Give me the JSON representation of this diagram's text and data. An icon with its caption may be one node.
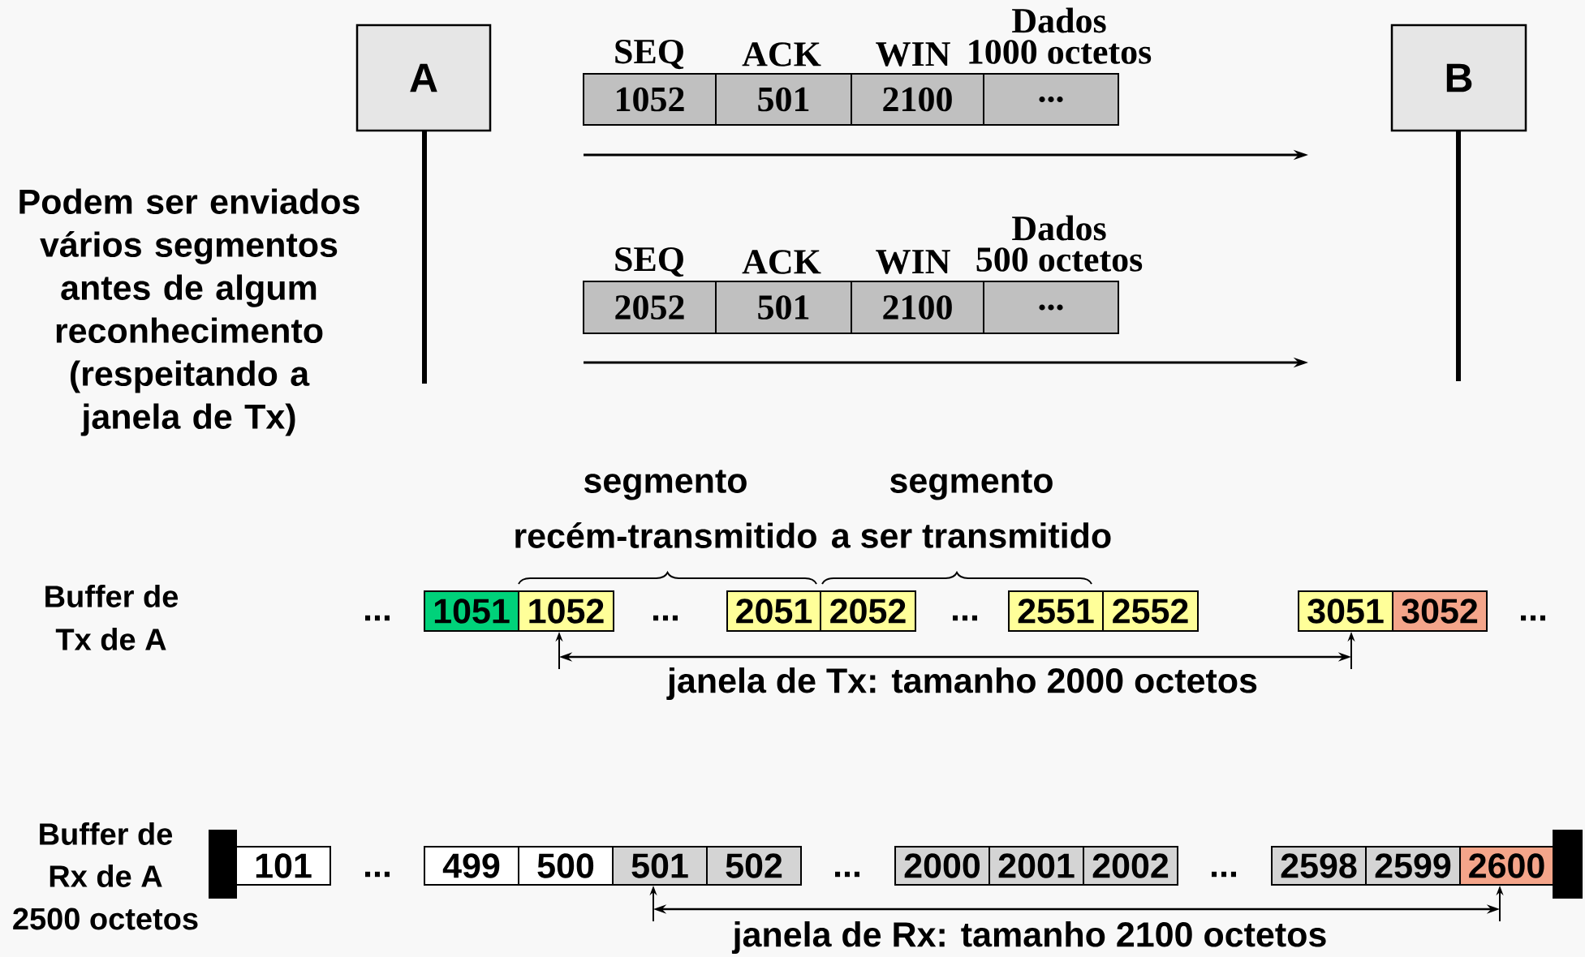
{
  "diagram": {
    "nodes": [
      {
        "text": [
          "A"
        ]
      },
      {
        "text": [
          "B"
        ]
      },
      {
        "text": [
          "1052"
        ]
      },
      {
        "text": [
          "501"
        ]
      },
      {
        "text": [
          "2100"
        ]
      },
      {
        "text": [
          "..."
        ]
      },
      {
        "text": [
          "2052"
        ]
      },
      {
        "text": [
          "501"
        ]
      },
      {
        "text": [
          "2100"
        ]
      },
      {
        "text": [
          "..."
        ]
      },
      {
        "text": [
          "1051"
        ]
      },
      {
        "text": [
          "1052"
        ]
      },
      {
        "text": [
          "2051"
        ]
      },
      {
        "text": [
          "2052"
        ]
      },
      {
        "text": [
          "2551"
        ]
      },
      {
        "text": [
          "2552"
        ]
      },
      {
        "text": [
          "3051"
        ]
      },
      {
        "text": [
          "3052"
        ]
      },
      {
        "text": [
          "101"
        ]
      },
      {
        "text": [
          "499"
        ]
      },
      {
        "text": [
          "500"
        ]
      },
      {
        "text": [
          "501"
        ]
      },
      {
        "text": [
          "502"
        ]
      },
      {
        "text": [
          "2000"
        ]
      },
      {
        "text": [
          "2001"
        ]
      },
      {
        "text": [
          "2002"
        ]
      },
      {
        "text": [
          "2598"
        ]
      },
      {
        "text": [
          "2599"
        ]
      },
      {
        "text": [
          "2600"
        ]
      },
      {
        "text": [],
        "shape": "bar"
      },
      {
        "text": [],
        "shape": "bar"
      }
    ],
    "labels": [
      "Dados",
      "SEQ",
      "ACK",
      "WIN",
      "1000 octetos",
      "Podem ser enviados vários segmentos antes de algum reconhecimento (respeitando a janela de Tx)",
      "Dados",
      "SEQ",
      "ACK",
      "WIN",
      "500 octetos",
      "segmento",
      "segmento",
      "recém-transmitido",
      "a ser transmitido",
      "Buffer de",
      "Tx de A",
      "...",
      "...",
      "...",
      "...",
      "janela de Tx: tamanho 2000 octetos",
      "Buffer de",
      "Rx de A",
      "2500 octetos",
      "...",
      "...",
      "...",
      "janela de Rx: tamanho 2100 octetos"
    ]
  }
}
